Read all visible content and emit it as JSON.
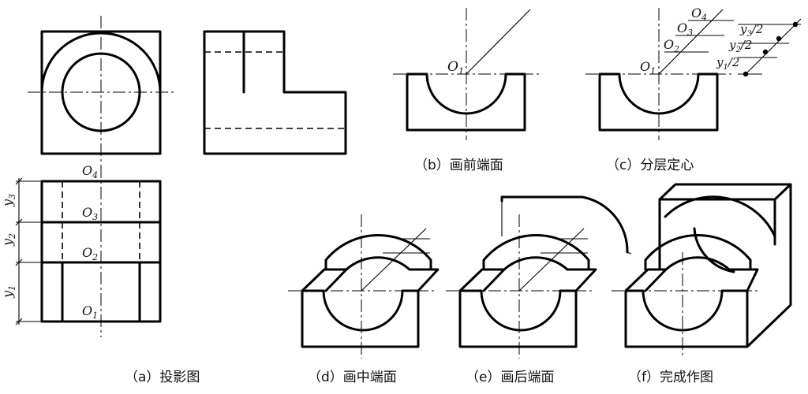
{
  "captions": {
    "a": "（a）投影图",
    "b": "（b）画前端面",
    "c": "（c）分层定心",
    "d": "（d）画中端面",
    "e": "（e）画后端面",
    "f": "（f）完成作图"
  },
  "labels": {
    "O": "O",
    "y": "y",
    "slash2": "/2",
    "sub1": "1",
    "sub2": "2",
    "sub3": "3",
    "sub4": "4"
  }
}
